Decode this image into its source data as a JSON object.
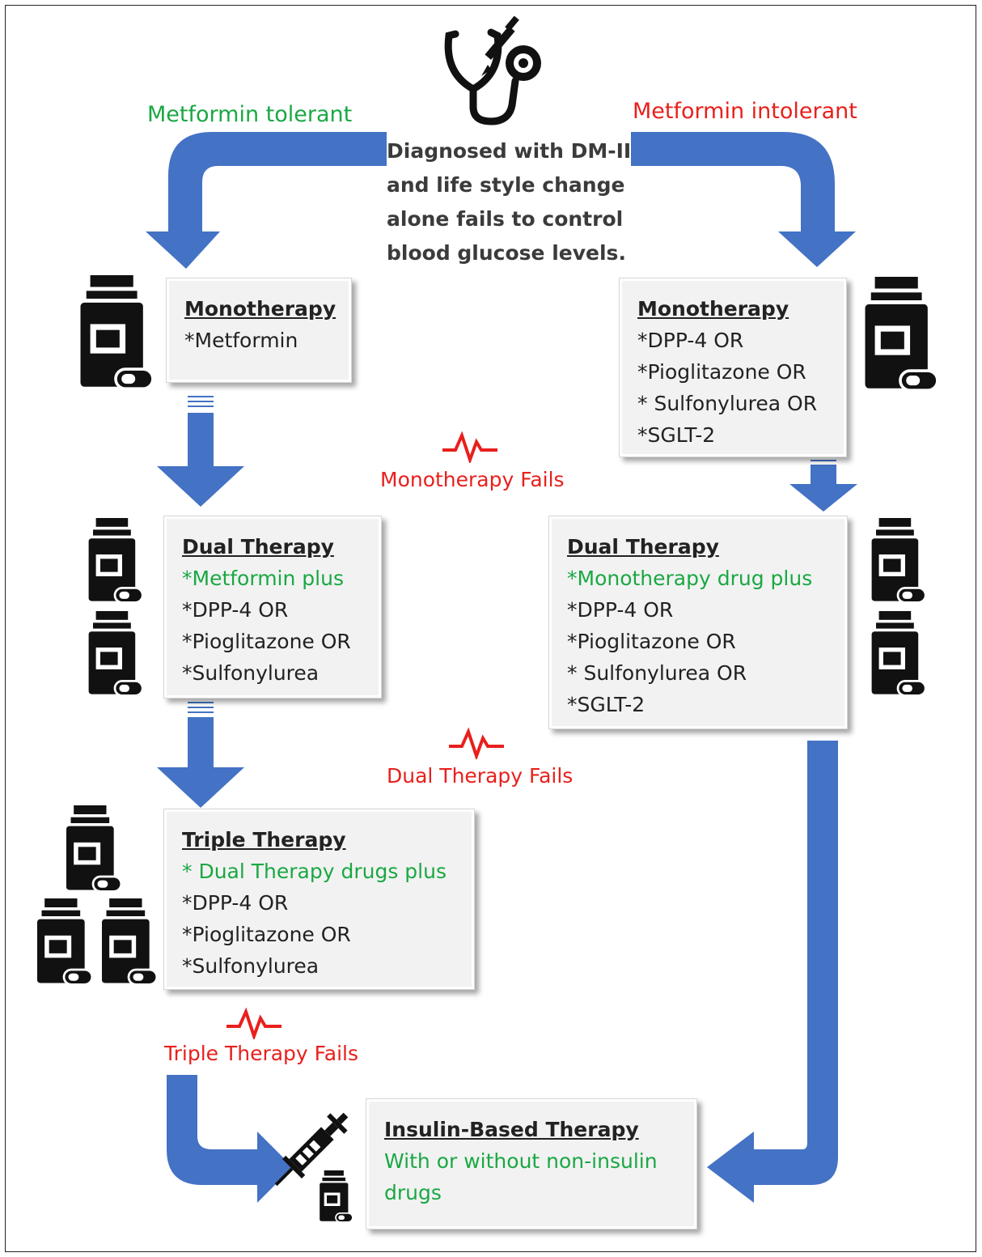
{
  "top": {
    "left_branch": "Metformin tolerant",
    "right_branch": "Metformin intolerant",
    "diagnosis_lines": [
      "Diagnosed with DM-II",
      "and life style change",
      "alone fails to control",
      "blood glucose levels."
    ]
  },
  "left": {
    "mono": {
      "title": "Monotherapy",
      "items": [
        "*Metformin"
      ]
    },
    "dual": {
      "title": "Dual Therapy",
      "highlight": "*Metformin plus",
      "items": [
        "*DPP-4 OR",
        "*Pioglitazone OR",
        "*Sulfonylurea"
      ]
    },
    "triple": {
      "title": "Triple Therapy",
      "highlight": "* Dual Therapy drugs plus",
      "items": [
        "*DPP-4 OR",
        "*Pioglitazone OR",
        "*Sulfonylurea"
      ]
    }
  },
  "right": {
    "mono": {
      "title": "Monotherapy",
      "items": [
        "*DPP-4 OR",
        "*Pioglitazone OR",
        "* Sulfonylurea OR",
        "*SGLT-2"
      ]
    },
    "dual": {
      "title": "Dual Therapy",
      "highlight": "*Monotherapy drug plus",
      "items": [
        "*DPP-4 OR",
        "*Pioglitazone OR",
        "* Sulfonylurea OR",
        "*SGLT-2"
      ]
    }
  },
  "fails": {
    "mono": "Monotherapy Fails",
    "dual": "Dual Therapy Fails",
    "triple": "Triple Therapy Fails"
  },
  "insulin": {
    "title": "Insulin-Based Therapy",
    "lines": [
      "With or without non-insulin",
      "drugs"
    ]
  },
  "colors": {
    "arrow": "#4472c4",
    "green": "#1aa843",
    "red": "#e8201c"
  },
  "icons": [
    "stethoscope-icon",
    "pill-bottle-icon",
    "heartbeat-icon",
    "syringe-icon"
  ]
}
